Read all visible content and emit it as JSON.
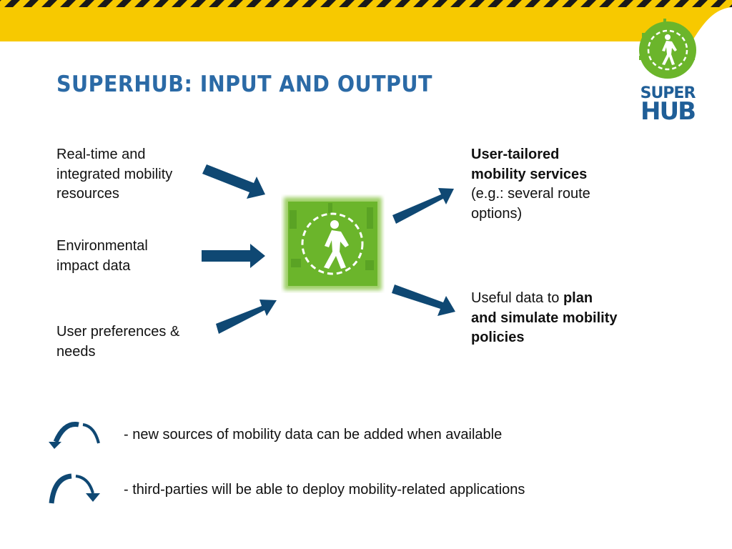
{
  "slide": {
    "title": "SUPERHUB: INPUT AND OUTPUT",
    "logo": {
      "line1": "SUPER",
      "line2": "HUB"
    },
    "inputs": [
      {
        "text": "Real-time and integrated mobility resources"
      },
      {
        "text": "Environmental impact data"
      },
      {
        "text": "User preferences & needs"
      }
    ],
    "outputs": [
      {
        "bold": "User-tailored mobility services",
        "normal": "(e.g.: several route options)"
      },
      {
        "normal": "Useful data to ",
        "bold": "plan and simulate mobility policies"
      }
    ],
    "notes": [
      {
        "text": "- new sources of mobility data can be added when available"
      },
      {
        "text": "- third-parties will be able to deploy mobility-related applications"
      }
    ],
    "colors": {
      "banner": "#f7c900",
      "stripe": "#1a1a1a",
      "title": "#2b6aa6",
      "arrow": "#0f4873",
      "green": "#6bb52b"
    }
  }
}
